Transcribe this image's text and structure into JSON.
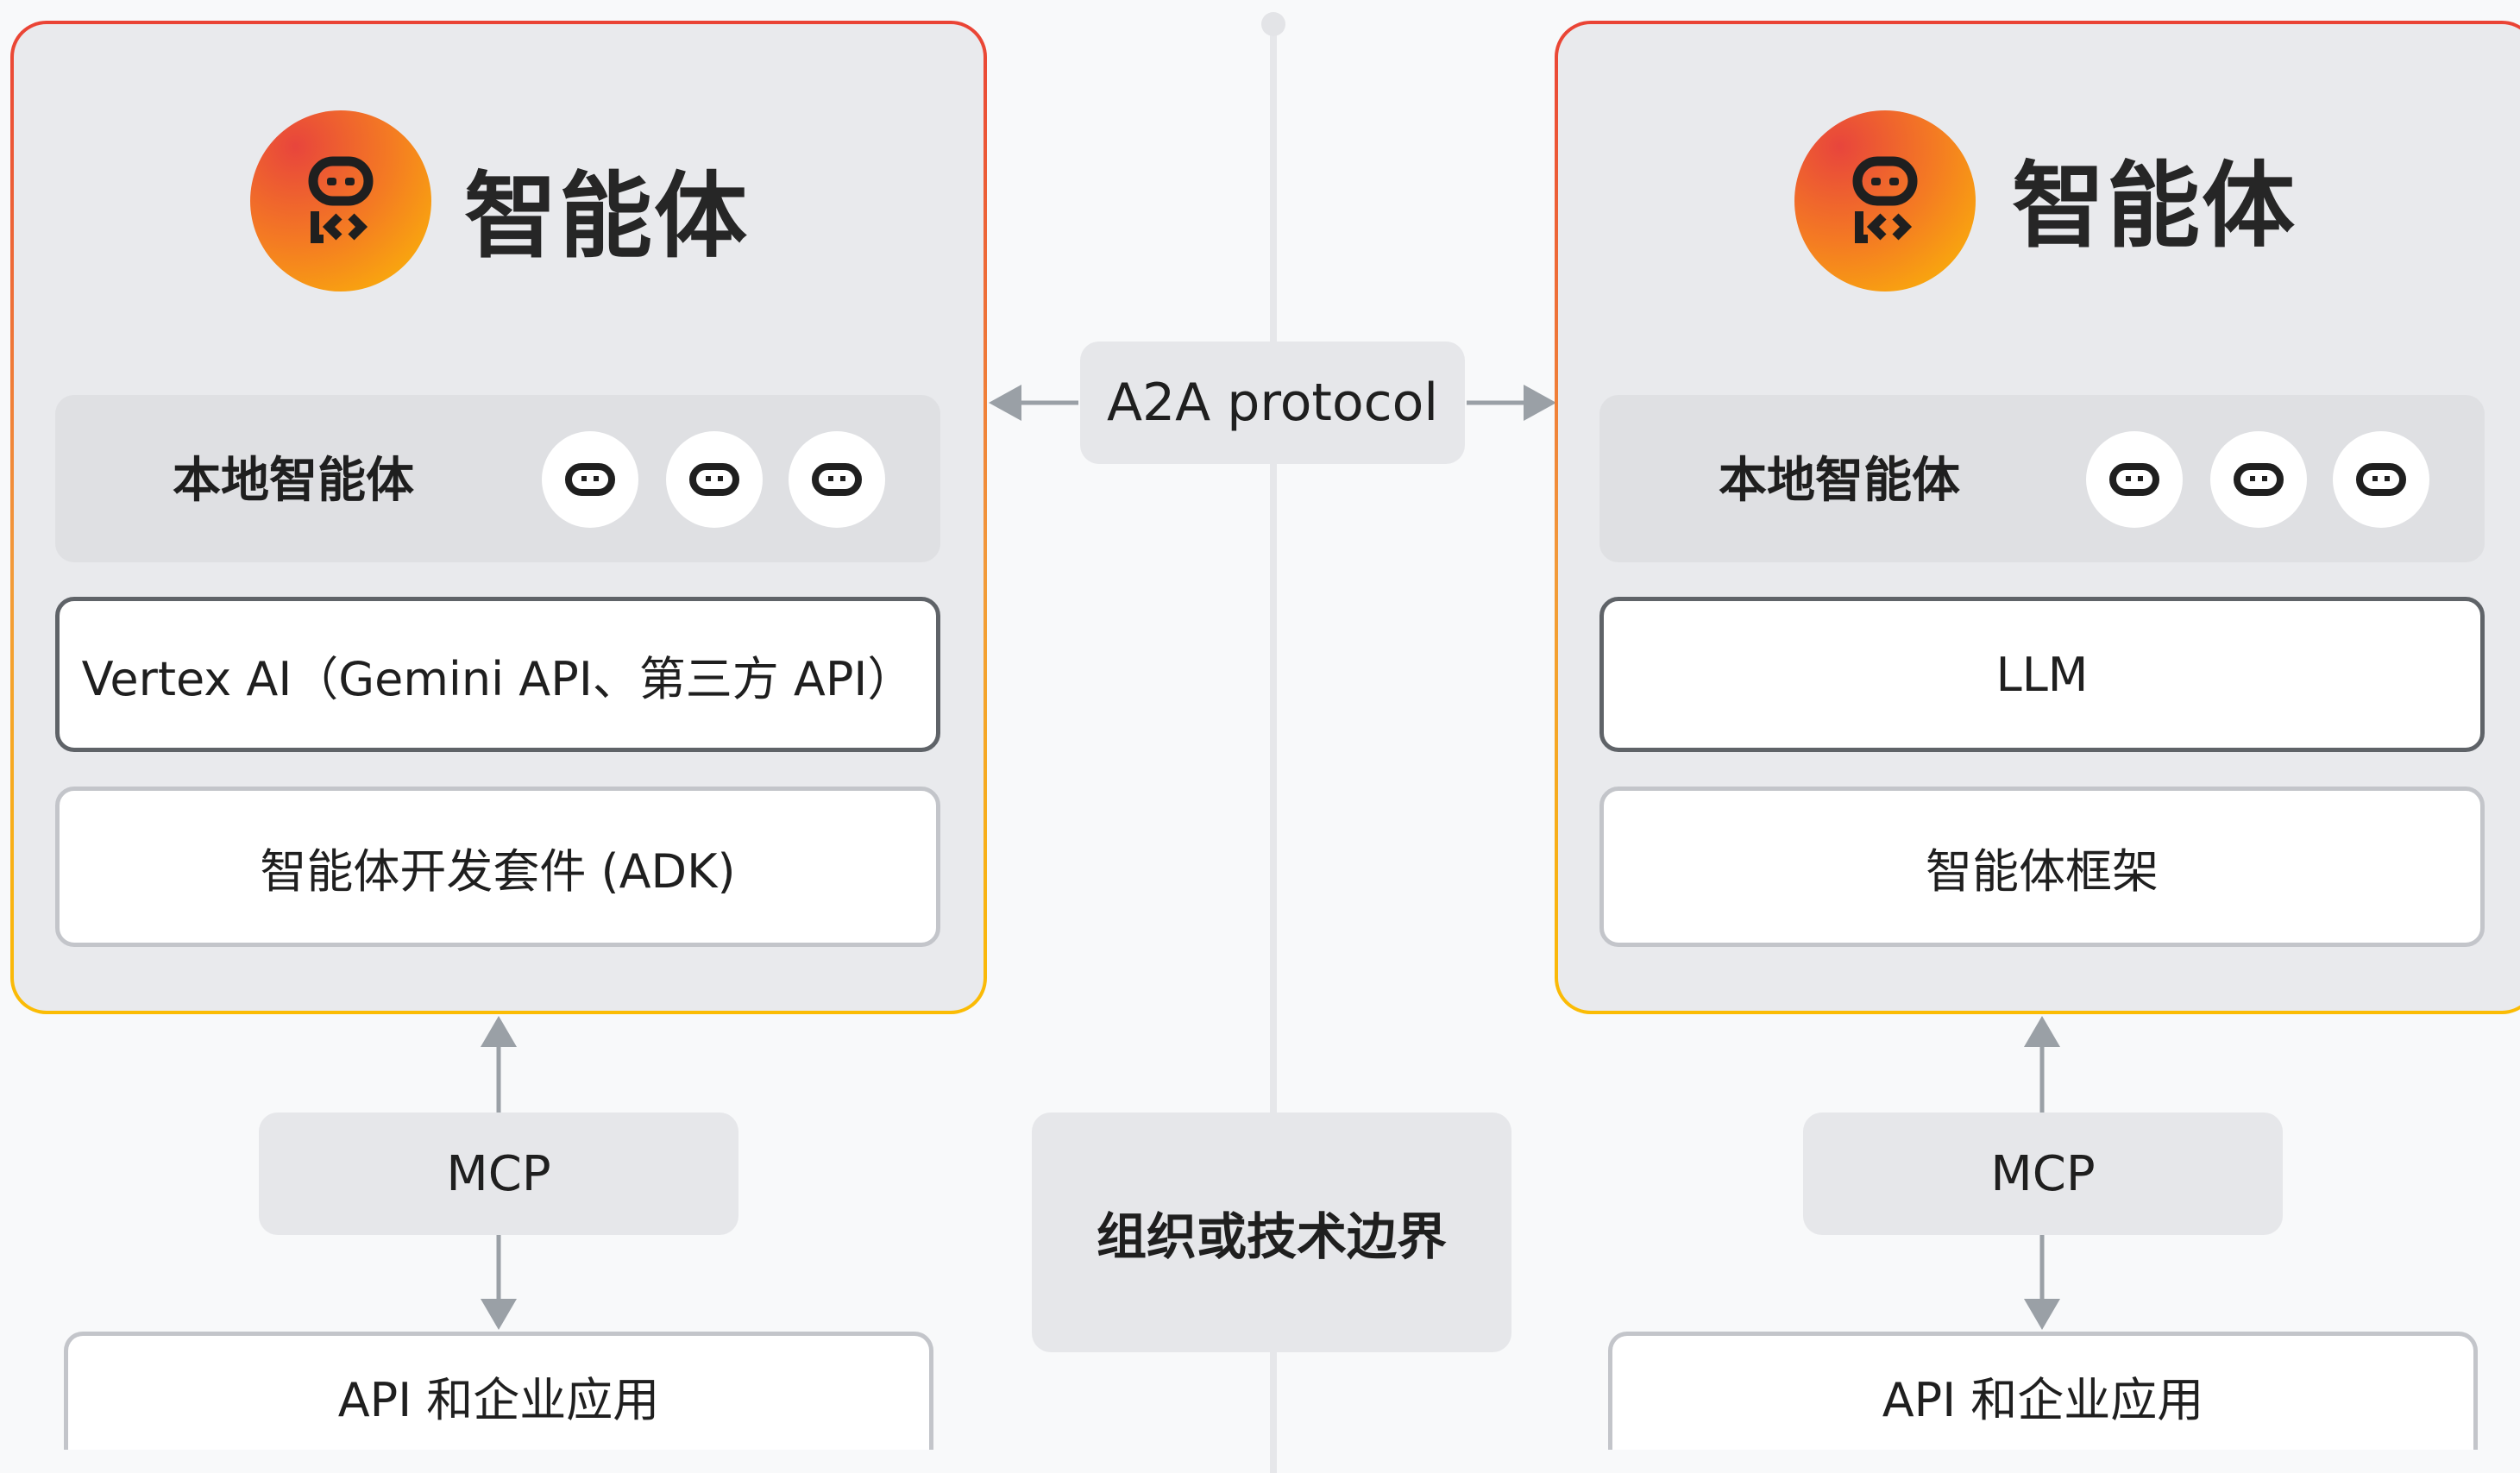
{
  "protocol": {
    "label": "A2A protocol"
  },
  "boundary": {
    "label": "组织或技术边界"
  },
  "left_agent": {
    "title": "智能体",
    "logo_icon": "agent-logo-icon",
    "local": {
      "label": "本地智能体",
      "bot_icons": [
        "bot-icon",
        "bot-icon",
        "bot-icon"
      ]
    },
    "model": "Vertex AI（Gemini API、第三方 API）",
    "framework": "智能体开发套件 (ADK)",
    "mcp": "MCP",
    "apps": "API 和企业应用"
  },
  "right_agent": {
    "title": "智能体",
    "logo_icon": "agent-logo-icon",
    "local": {
      "label": "本地智能体",
      "bot_icons": [
        "bot-icon",
        "bot-icon",
        "bot-icon"
      ]
    },
    "model": "LLM",
    "framework": "智能体框架",
    "mcp": "MCP",
    "apps": "API 和企业应用"
  },
  "colors": {
    "panel_border_top": "#ea4335",
    "panel_border_bottom": "#fbbc04",
    "arrow": "#9aa0a6",
    "panel_fill": "#e9eaed"
  }
}
